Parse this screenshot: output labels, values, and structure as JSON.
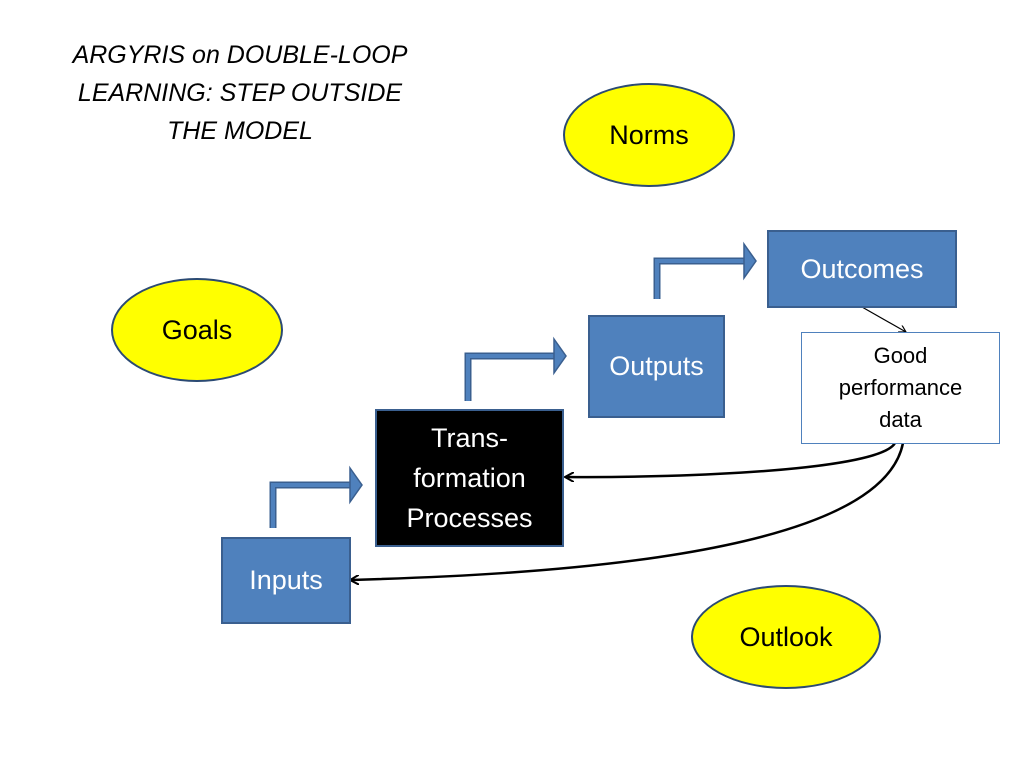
{
  "title": {
    "lines": [
      "ARGYRIS on DOUBLE-LOOP",
      "LEARNING:  STEP OUTSIDE",
      "THE MODEL"
    ]
  },
  "ellipses": {
    "norms": "Norms",
    "goals": "Goals",
    "outlook": "Outlook"
  },
  "boxes": {
    "inputs": "Inputs",
    "transformation": [
      "Trans-",
      "formation",
      "Processes"
    ],
    "outputs": "Outputs",
    "outcomes": "Outcomes",
    "performance": [
      "Good",
      "performance",
      "data"
    ]
  },
  "colors": {
    "ellipse_fill": "#ffff00",
    "box_fill": "#4f81bd",
    "transformation_fill": "#000000"
  }
}
